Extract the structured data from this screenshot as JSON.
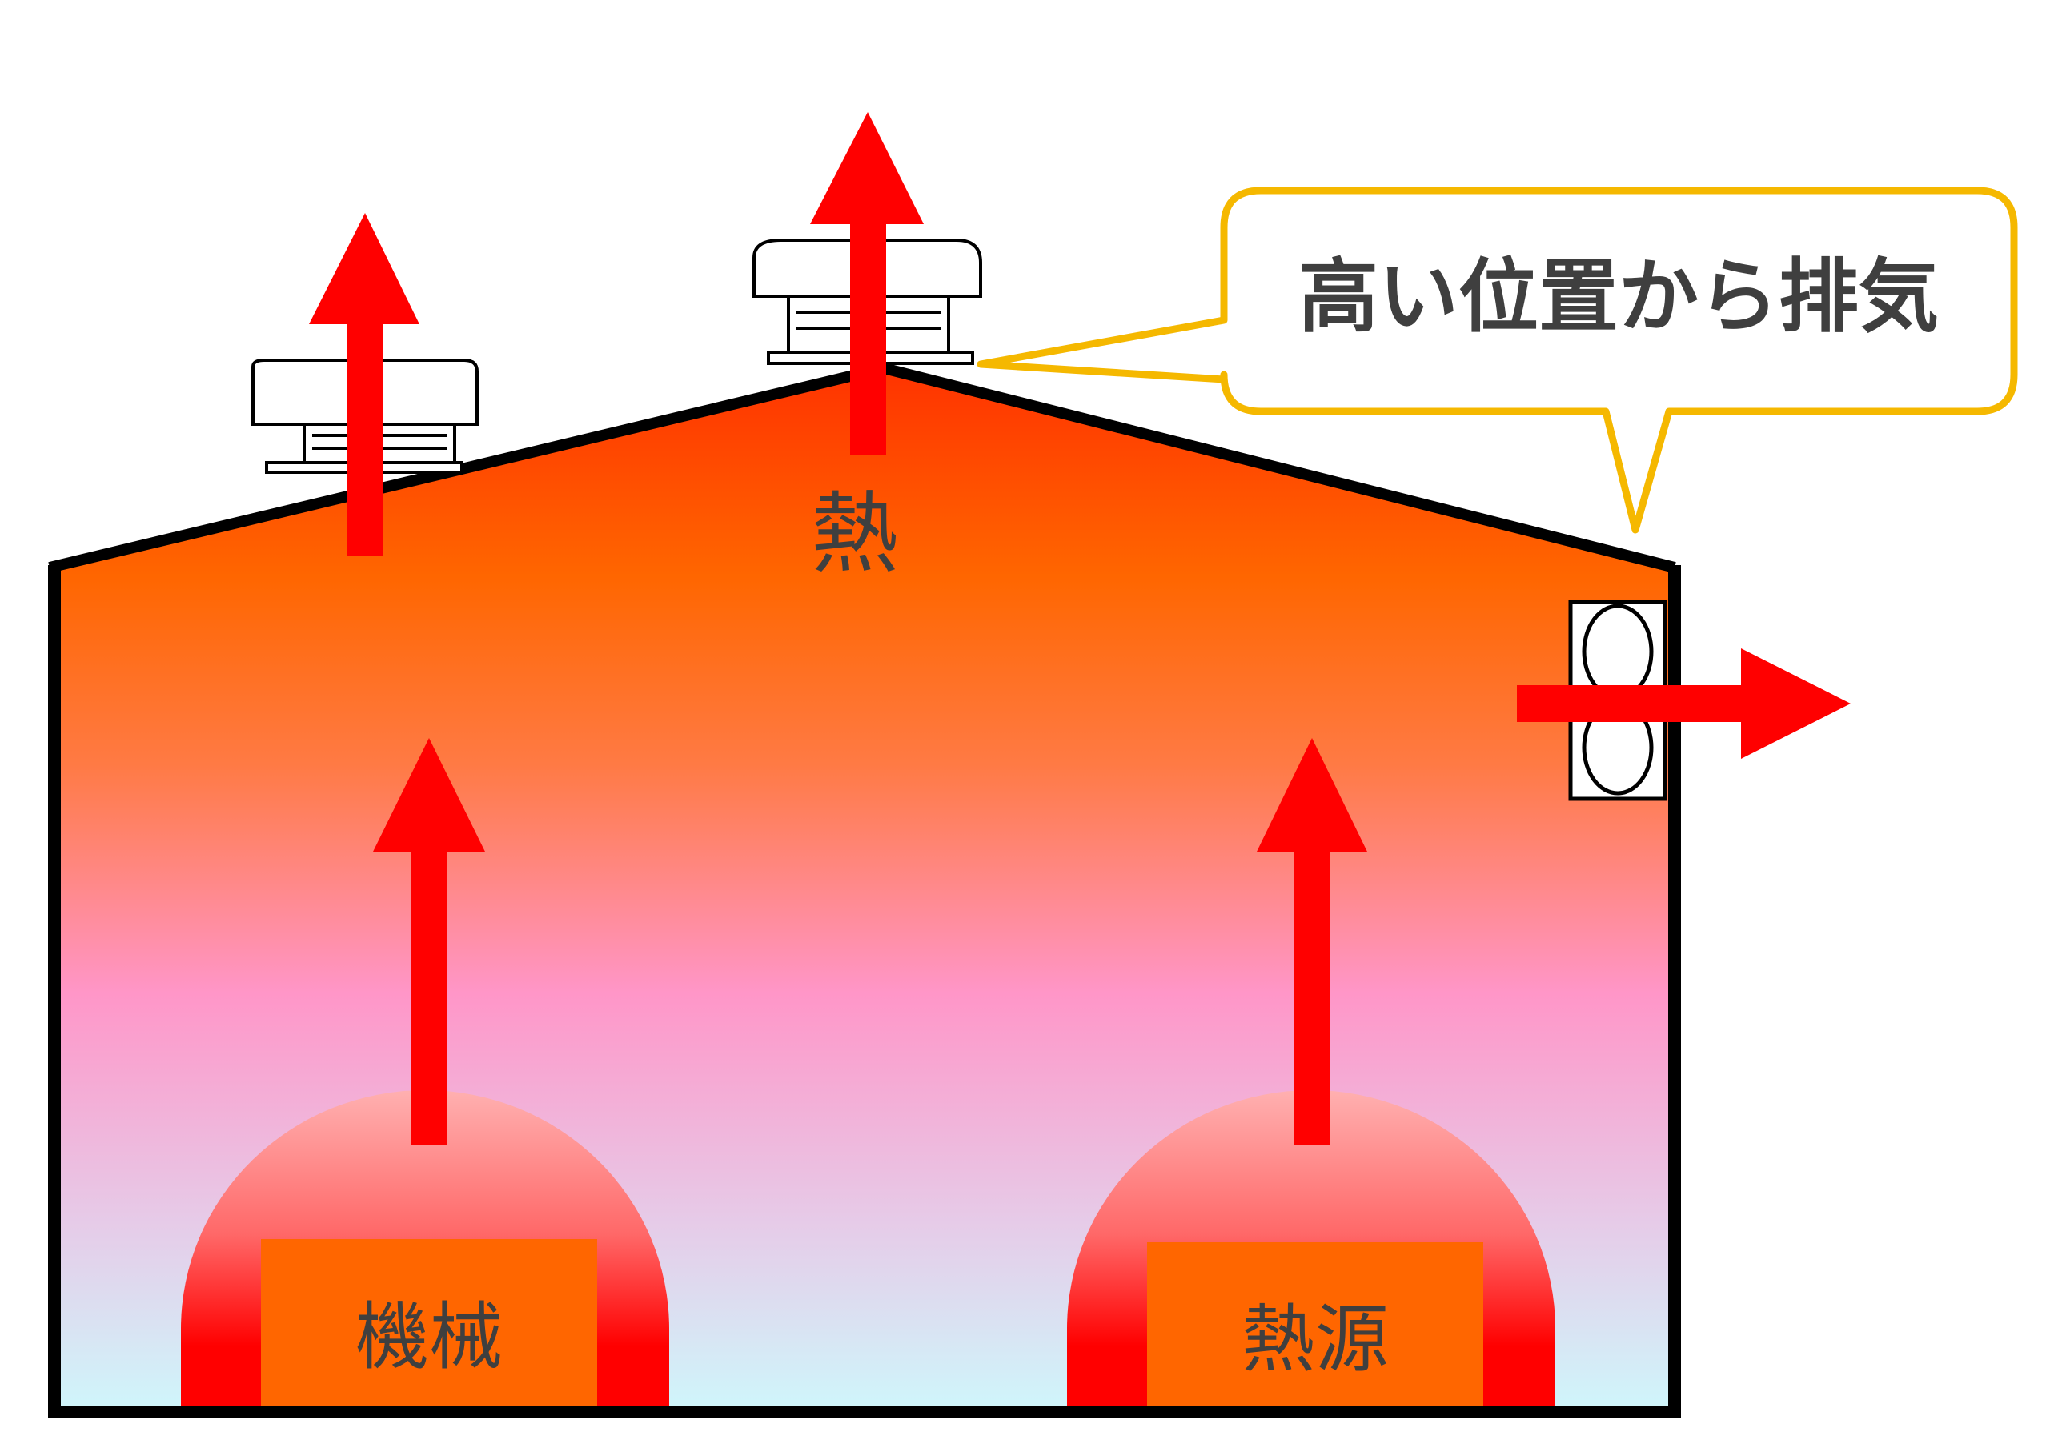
{
  "labels": {
    "heat": "熱",
    "machine": "機械",
    "heat_source": "熱源",
    "callout": "高い位置から排気"
  },
  "icons": {
    "roof_fan": "roof-ventilator-icon",
    "wall_fan": "wall-exhaust-fan-icon",
    "arrow": "up-arrow-icon"
  },
  "colors": {
    "arrow": "#ff0000",
    "callout_border": "#f5b800",
    "text": "#3f3f3f",
    "heat_top": "#ff3300",
    "heat_upper": "#ff6a00",
    "heat_middle": "#ff96c8",
    "heat_bottom": "#cff6fb",
    "equipment": "#ff6600",
    "outline": "#000000"
  }
}
